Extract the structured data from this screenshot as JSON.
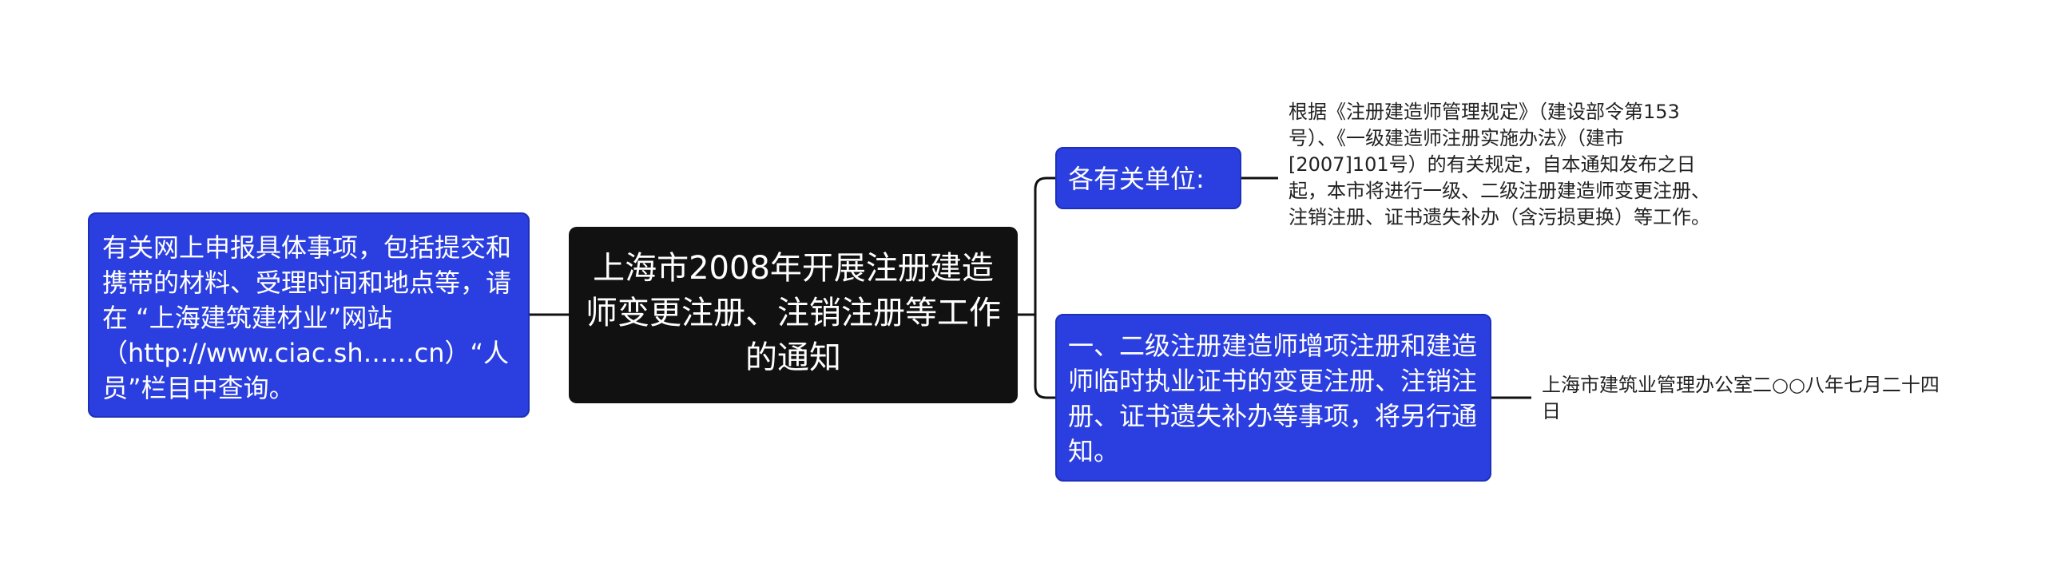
{
  "root": {
    "title": "上海市2008年开展注册建造师变更注册、注销注册等工作的通知"
  },
  "left": {
    "text": "有关网上申报具体事项，包括提交和携带的材料、受理时间和地点等，请在 “上海建筑建材业”网站（http://www.ciac.sh……cn）“人员”栏目中查询。"
  },
  "right": [
    {
      "label": "各有关单位:",
      "detail": "根据《注册建造师管理规定》（建设部令第153号）、《一级建造师注册实施办法》（建市[2007]101号）的有关规定，自本通知发布之日起，本市将进行一级、二级注册建造师变更注册、注销注册、证书遗失补办（含污损更换）等工作。"
    },
    {
      "label": "一、二级注册建造师增项注册和建造师临时执业证书的变更注册、注销注册、证书遗失补办等事项，将另行通知。",
      "detail": "上海市建筑业管理办公室二○○八年七月二十四日"
    }
  ],
  "colors": {
    "root_bg": "#111111",
    "node_bg": "#2b3fe0",
    "connector": "#111111"
  }
}
